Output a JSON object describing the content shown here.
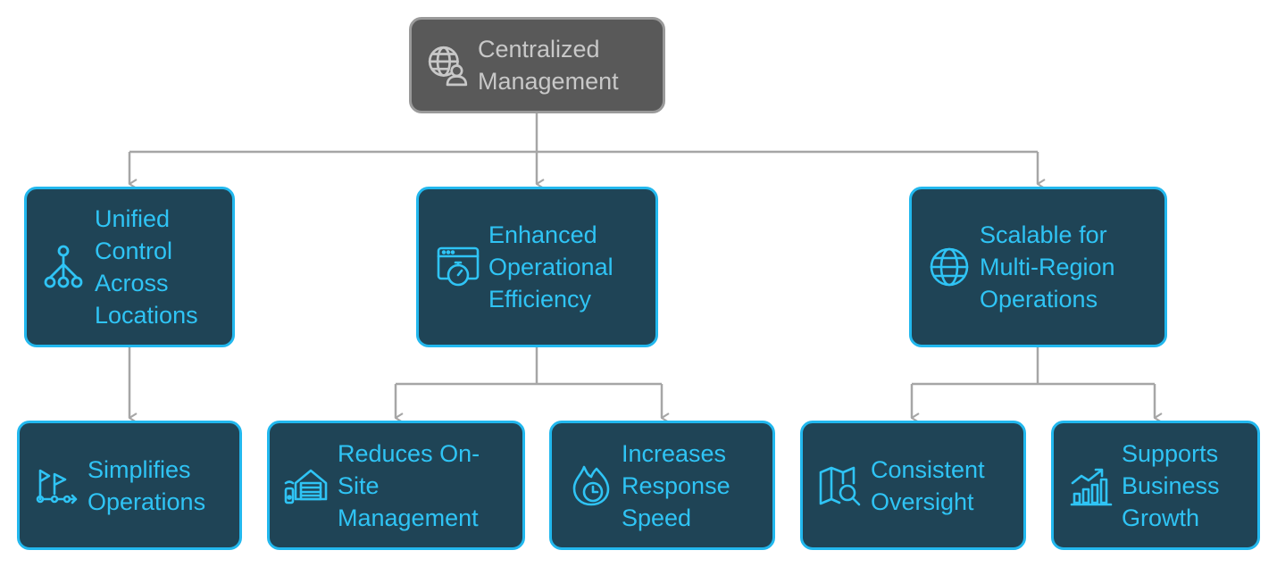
{
  "root": {
    "label": "Centralized\nManagement",
    "icon": "globe-user-icon"
  },
  "level1": [
    {
      "id": "unified",
      "label": "Unified\nControl\nAcross\nLocations",
      "icon": "network-tree-icon"
    },
    {
      "id": "efficiency",
      "label": "Enhanced\nOperational\nEfficiency",
      "icon": "browser-stopwatch-icon"
    },
    {
      "id": "scalable",
      "label": "Scalable for\nMulti-Region\nOperations",
      "icon": "globe-icon"
    }
  ],
  "level2": [
    {
      "id": "simplifies",
      "parent": "unified",
      "label": "Simplifies\nOperations",
      "icon": "flags-path-icon"
    },
    {
      "id": "onsite",
      "parent": "efficiency",
      "label": "Reduces On-\nSite\nManagement",
      "icon": "garage-remote-icon"
    },
    {
      "id": "response",
      "parent": "efficiency",
      "label": "Increases\nResponse\nSpeed",
      "icon": "flame-clock-icon"
    },
    {
      "id": "oversight",
      "parent": "scalable",
      "label": "Consistent\nOversight",
      "icon": "map-search-icon"
    },
    {
      "id": "growth",
      "parent": "scalable",
      "label": "Supports\nBusiness\nGrowth",
      "icon": "growth-chart-icon"
    }
  ],
  "colors": {
    "root_fill": "#595959",
    "root_border": "#9a9a9a",
    "child_fill": "#1f4456",
    "child_border": "#22b8ee",
    "child_text": "#2fc4f5",
    "connector": "#a6a6a6"
  }
}
